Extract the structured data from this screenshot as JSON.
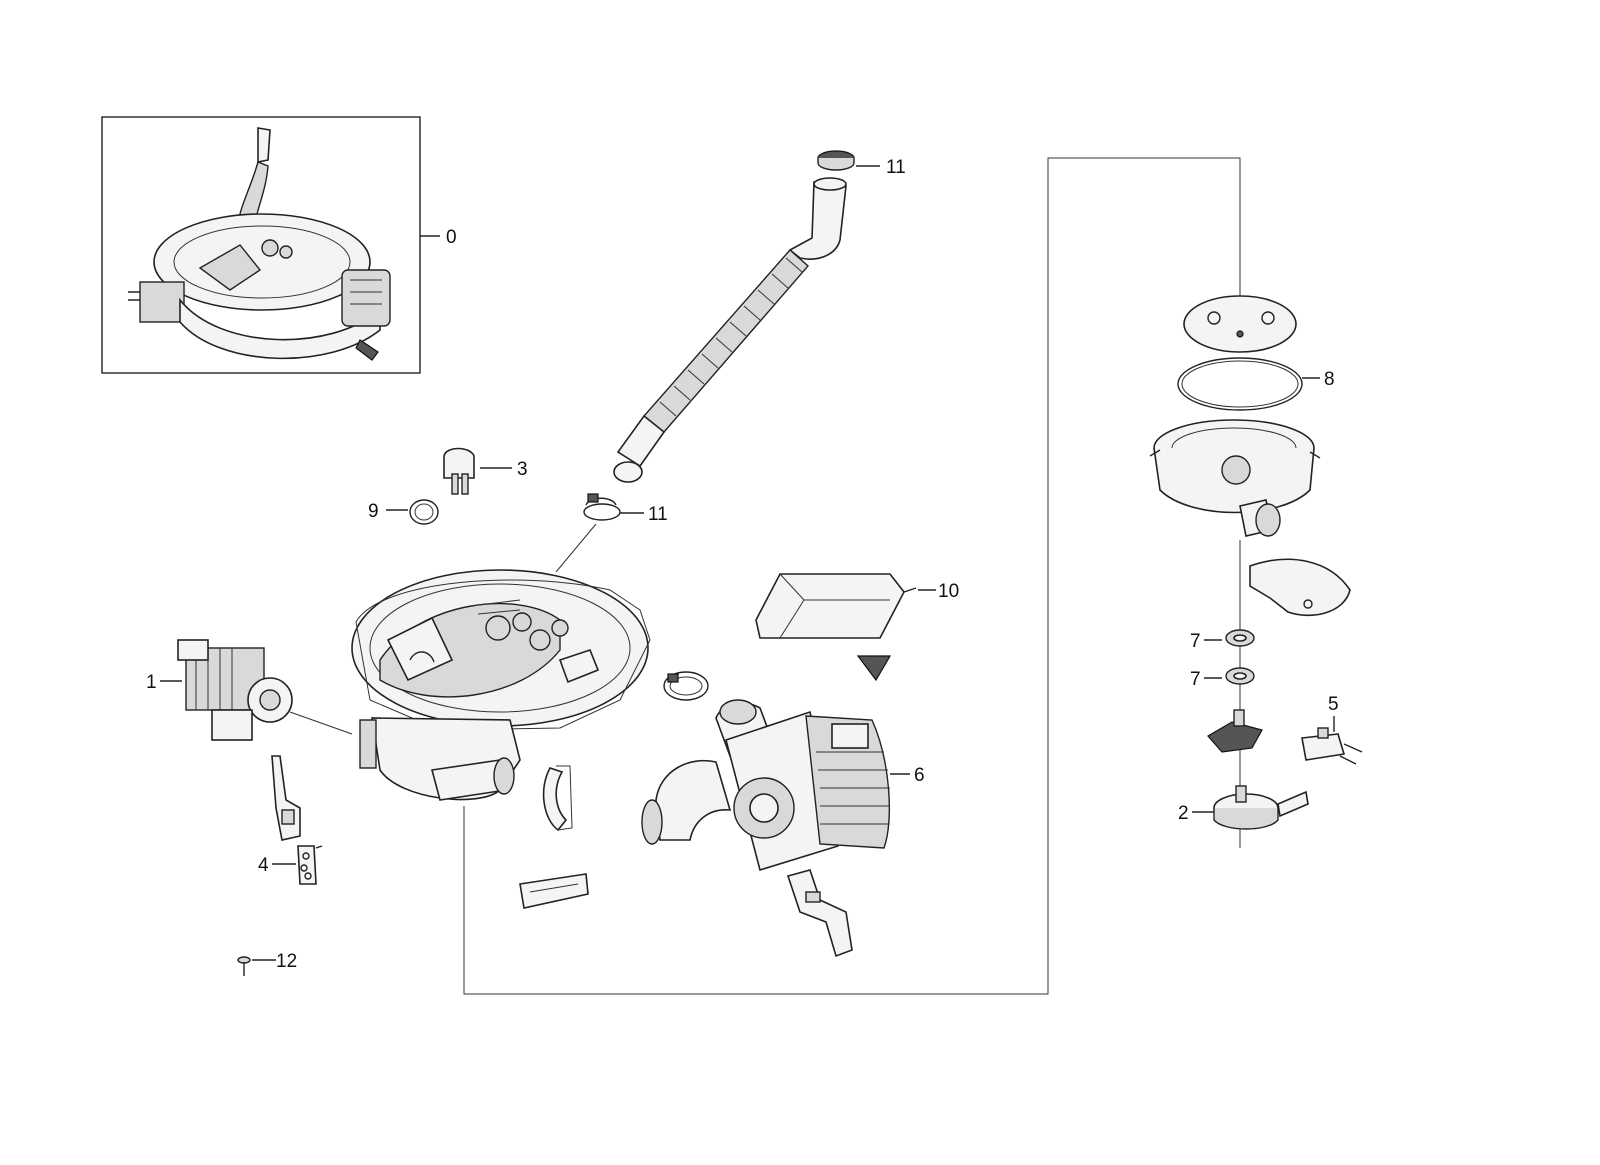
{
  "callouts": {
    "c0": "0",
    "c1": "1",
    "c2": "2",
    "c3": "3",
    "c4": "4",
    "c5": "5",
    "c6": "6",
    "c7a": "7",
    "c7b": "7",
    "c8": "8",
    "c9": "9",
    "c10": "10",
    "c11a": "11",
    "c11b": "11",
    "c12": "12"
  }
}
